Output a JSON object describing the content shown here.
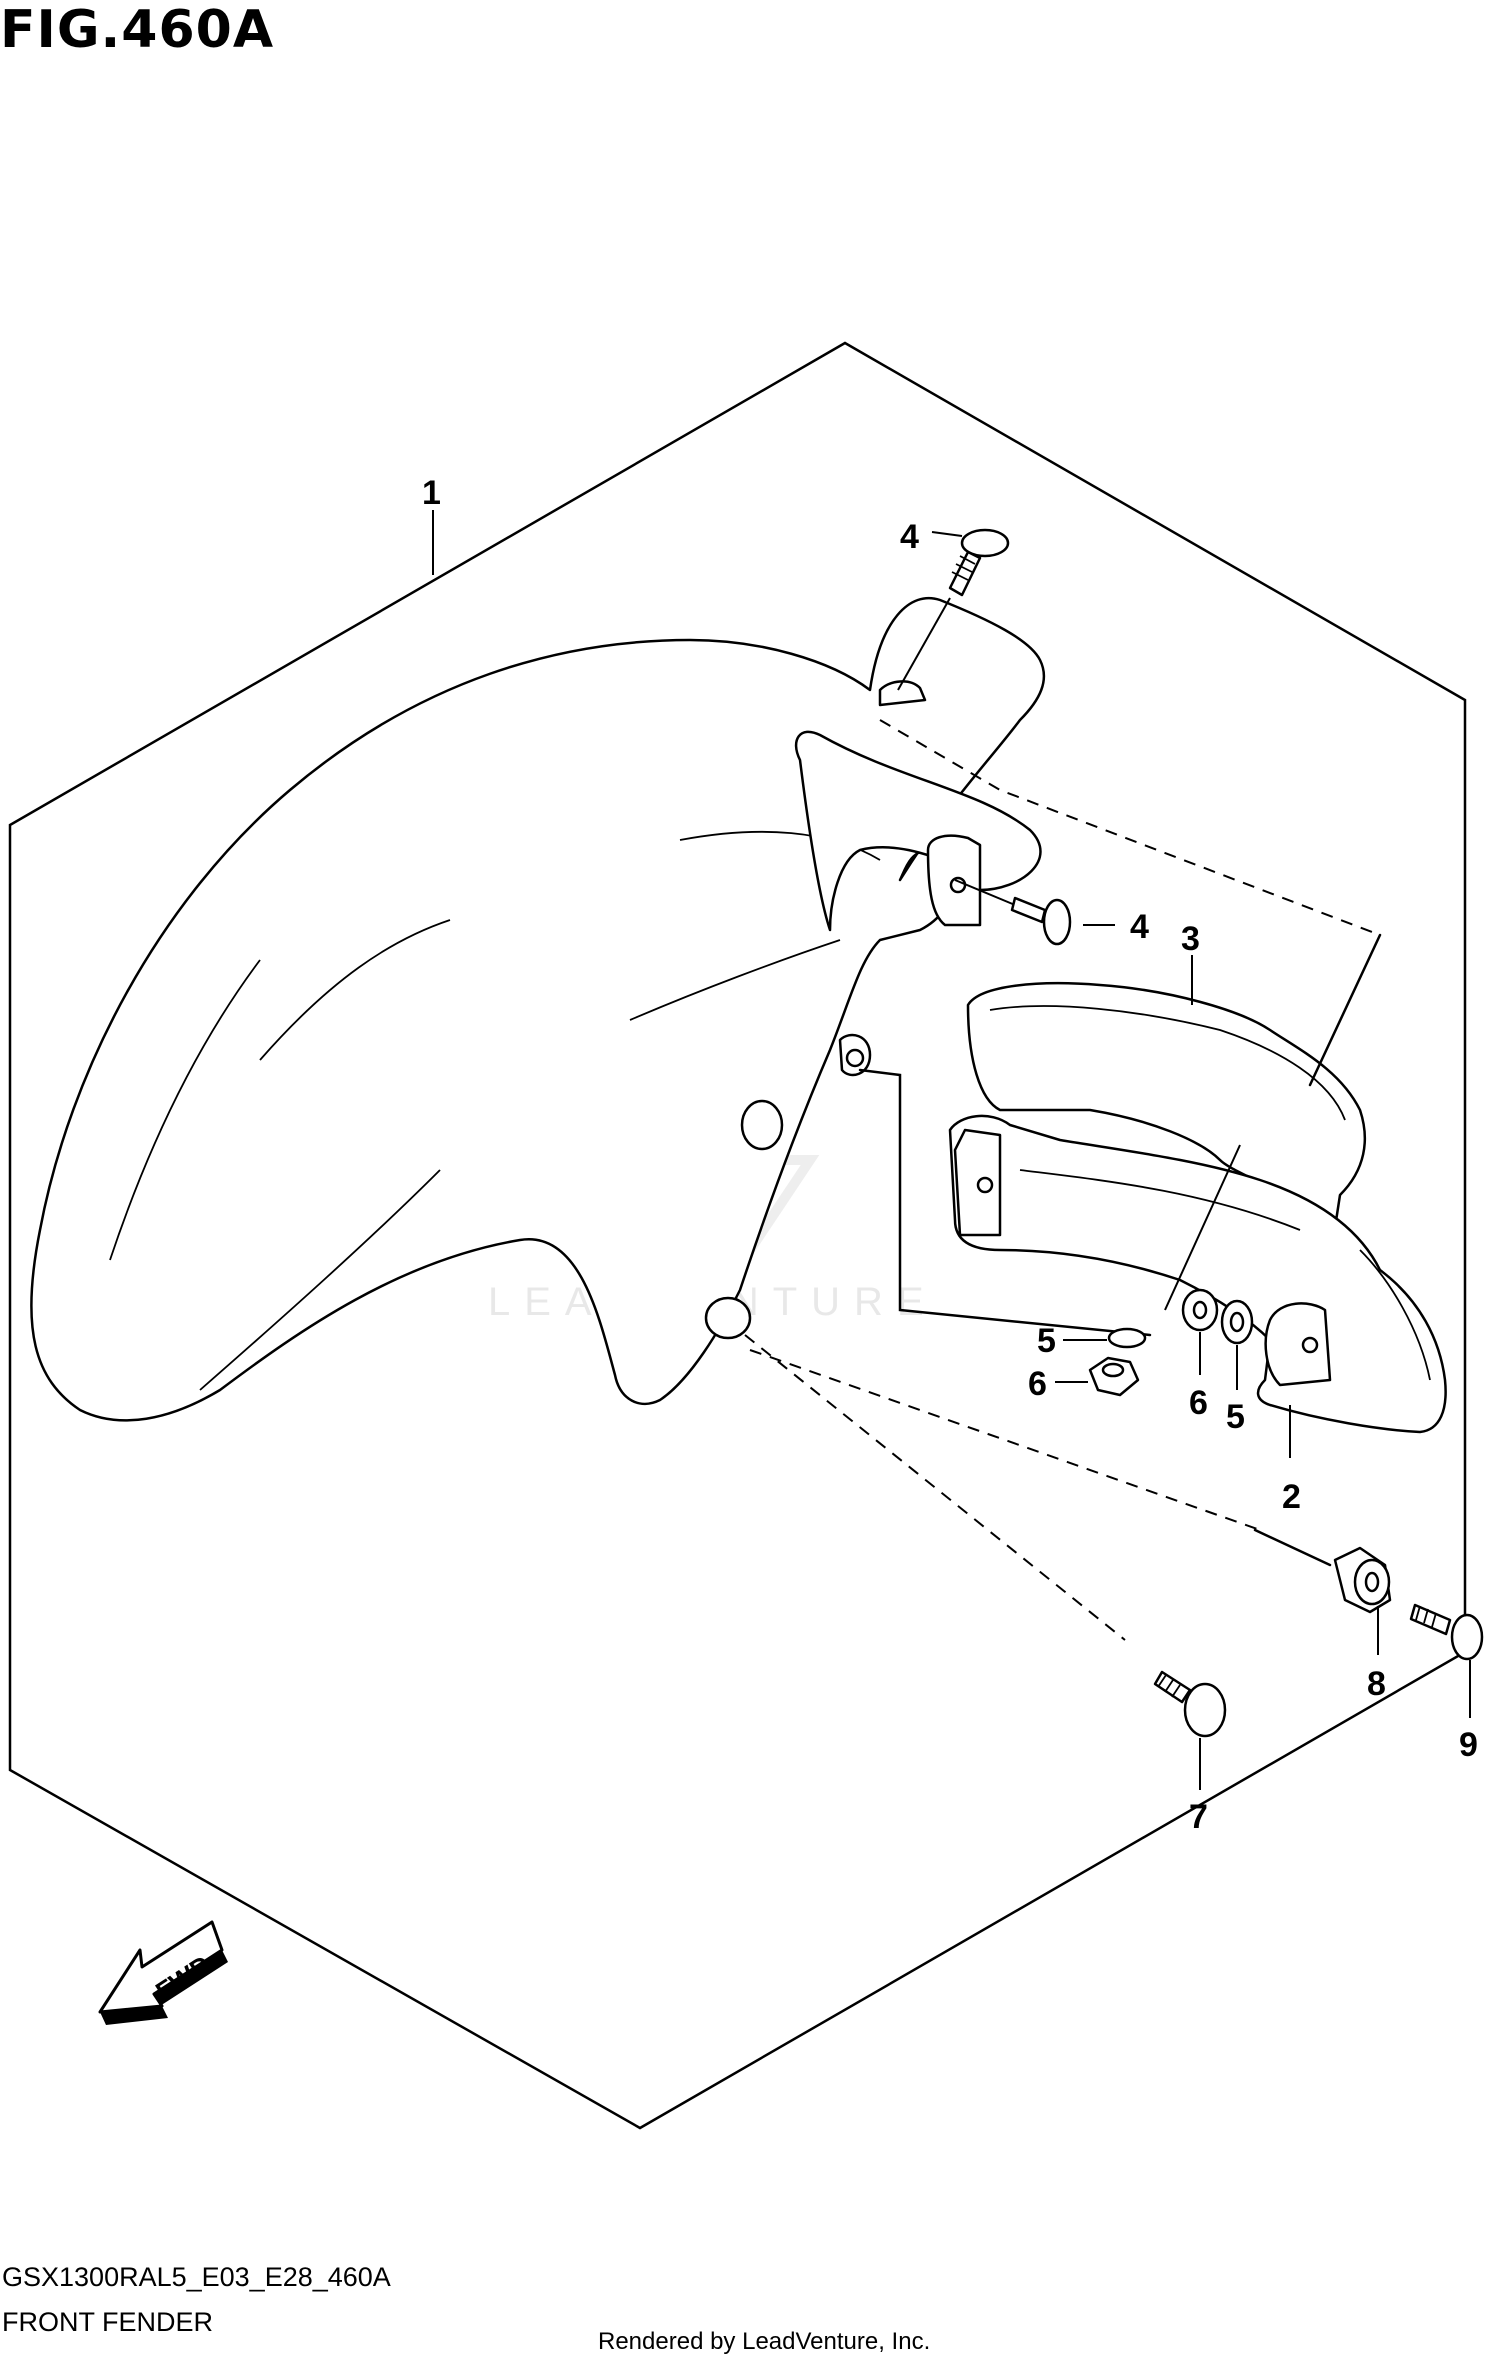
{
  "title": "FIG.460A",
  "callouts": {
    "c1": "1",
    "c2": "2",
    "c3": "3",
    "c4a": "4",
    "c4b": "4",
    "c5a": "5",
    "c5b": "5",
    "c6a": "6",
    "c6b": "6",
    "c7": "7",
    "c8": "8",
    "c9": "9"
  },
  "fwd_label": "FWD",
  "watermark": "LEADVENTURE",
  "model_code": "GSX1300RAL5_E03_E28_460A",
  "section_name": "FRONT FENDER",
  "render_credit": "Rendered by LeadVenture, Inc."
}
